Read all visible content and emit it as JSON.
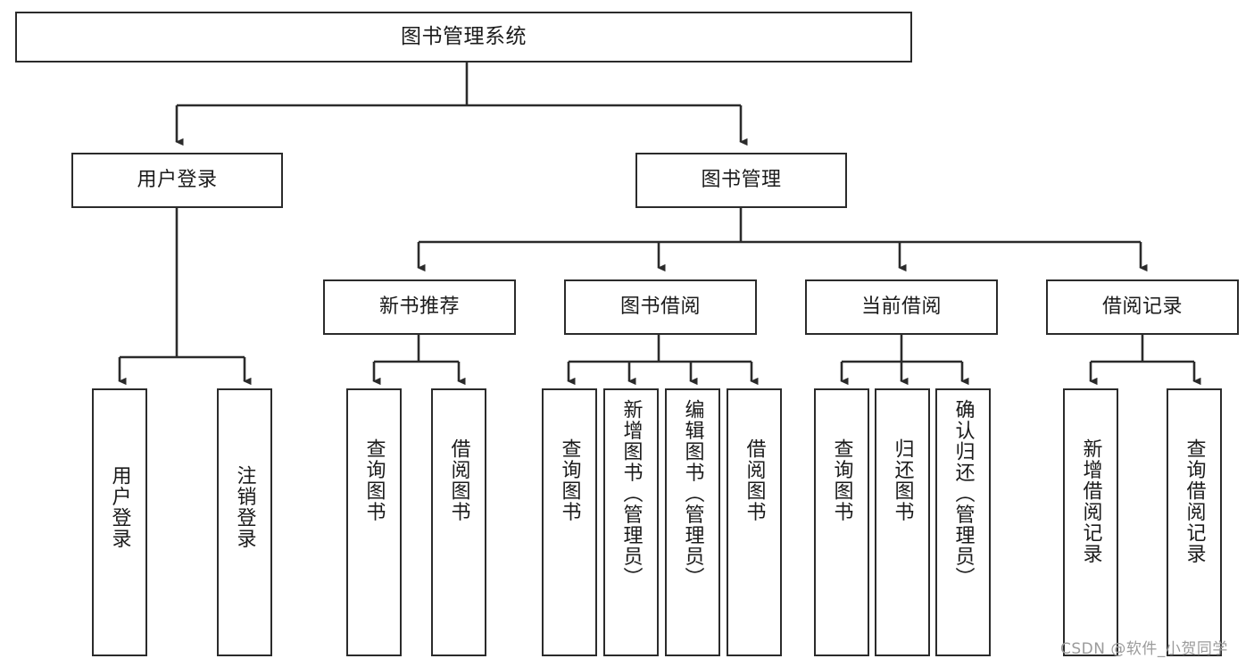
{
  "diagram": {
    "type": "tree-hierarchy-diagram",
    "title": "图书管理系统",
    "root": {
      "label": "图书管理系统"
    },
    "level2": [
      {
        "label": "用户登录"
      },
      {
        "label": "图书管理"
      }
    ],
    "level3": [
      {
        "label": "新书推荐"
      },
      {
        "label": "图书借阅"
      },
      {
        "label": "当前借阅"
      },
      {
        "label": "借阅记录"
      }
    ],
    "leaves": {
      "user_login": [
        {
          "label": "用户登录"
        },
        {
          "label": "注销登录"
        }
      ],
      "new_book_recommend": [
        {
          "label": "查询图书"
        },
        {
          "label": "借阅图书"
        }
      ],
      "book_borrow": [
        {
          "label": "查询图书"
        },
        {
          "label": "新增图书（管理员）"
        },
        {
          "label": "编辑图书（管理员）"
        },
        {
          "label": "借阅图书"
        }
      ],
      "current_borrow": [
        {
          "label": "查询图书"
        },
        {
          "label": "归还图书"
        },
        {
          "label": "确认归还（管理员）"
        }
      ],
      "borrow_record": [
        {
          "label": "新增借阅记录"
        },
        {
          "label": "查询借阅记录"
        }
      ]
    }
  },
  "watermark": {
    "text": "CSDN @软件_小贺同学"
  },
  "colors": {
    "border": "#2b2b2b",
    "text": "#1b1b1b",
    "background": "#ffffff",
    "watermark": "#9b9b9b"
  }
}
